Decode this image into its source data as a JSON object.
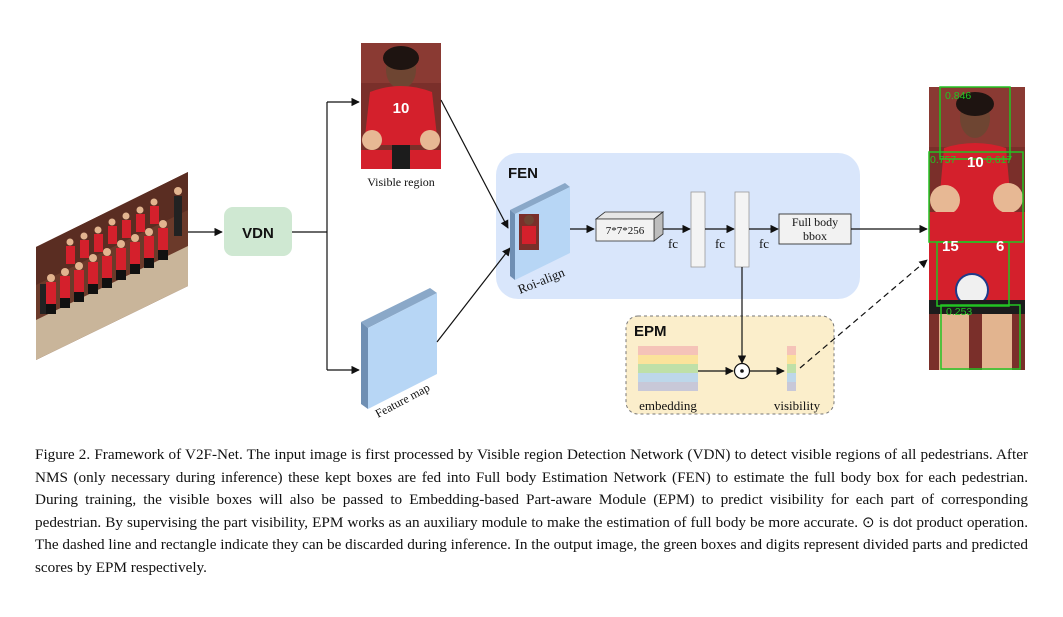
{
  "figure": {
    "vdn_label": "VDN",
    "visible_region_label": "Visible region",
    "feature_map_label": "Feature map",
    "fen_title": "FEN",
    "roi_align_label": "Roi-align",
    "tensor_label": "7*7*256",
    "fc_labels": [
      "fc",
      "fc",
      "fc"
    ],
    "bbox_label_line1": "Full body",
    "bbox_label_line2": "bbox",
    "epm_title": "EPM",
    "embedding_label": "embedding",
    "visibility_label": "visibility",
    "dot_symbol": "⊙",
    "jersey_number": "10",
    "output_scores": [
      "0.846",
      "0.757",
      "0.617",
      "0.253"
    ],
    "output_digits": [
      "10",
      "15",
      "6"
    ],
    "colors": {
      "vdn_fill": "#cfe8d2",
      "fen_fill": "#d9e6fb",
      "epm_fill": "#fbeecb",
      "feature_map": "#b7d6f5",
      "output_box": "#23c423",
      "jersey_red": "#d4202c"
    }
  },
  "caption": {
    "text": "Figure 2. Framework of V2F-Net. The input image is first processed by Visible region Detection Network (VDN) to detect visible regions of all pedestrians. After NMS (only necessary during inference) these kept boxes are fed into Full body Estimation Network (FEN) to estimate the full body box for each pedestrian. During training, the visible boxes will also be passed to Embedding-based Part-aware Module (EPM) to predict visibility for each part of corresponding pedestrian. By supervising the part visibility, EPM works as an auxiliary module to make the estimation of full body be more accurate. ⊙ is dot product operation. The dashed line and rectangle indicate they can be discarded during inference. In the output image, the green boxes and digits represent divided parts and predicted scores by EPM respectively."
  }
}
